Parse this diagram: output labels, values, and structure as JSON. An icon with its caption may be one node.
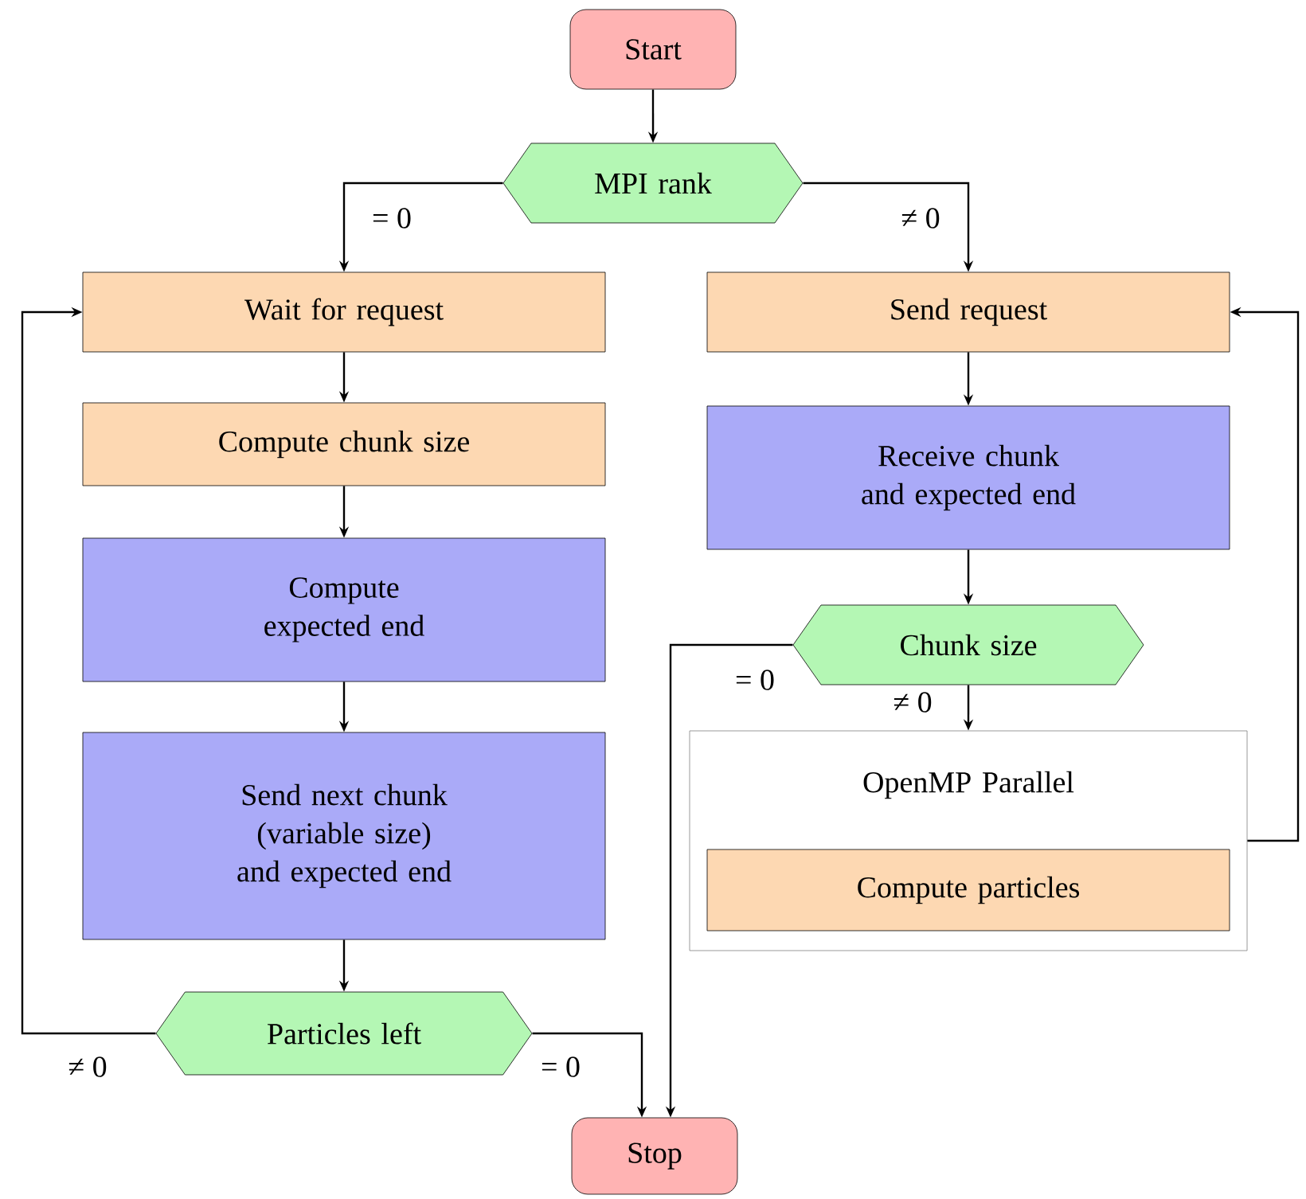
{
  "diagram": {
    "nodes": [
      {
        "text": [
          "Start"
        ]
      },
      {
        "text": [
          "MPI rank"
        ]
      },
      {
        "text": [
          "Wait for request"
        ]
      },
      {
        "text": [
          "Send request"
        ]
      },
      {
        "text": [
          "Compute chunk size"
        ]
      },
      {
        "text": [
          "Receive chunk and expected end"
        ]
      },
      {
        "text": [
          "Compute expected end"
        ]
      },
      {
        "text": [
          "Send next chunk (variable size) and expected end"
        ]
      },
      {
        "text": [
          "Chunk size"
        ]
      },
      {
        "text": [
          "OpenMP Parallel"
        ]
      },
      {
        "text": [
          "Compute particles"
        ],
        "in": 9
      },
      {
        "text": [
          "Particles left"
        ]
      },
      {
        "text": [
          "Stop"
        ]
      }
    ],
    "edges": [
      {
        "from": 0,
        "to": 1,
        "arrow": "to"
      },
      {
        "from": 1,
        "to": 2,
        "arrow": "to",
        "label": "= 0"
      },
      {
        "from": 1,
        "to": 3,
        "arrow": "to",
        "label": "≠ 0"
      },
      {
        "from": 2,
        "to": 4,
        "arrow": "to"
      },
      {
        "from": 4,
        "to": 6,
        "arrow": "to"
      },
      {
        "from": 6,
        "to": 7,
        "arrow": "to"
      },
      {
        "from": 7,
        "to": 11,
        "arrow": "to"
      },
      {
        "from": 11,
        "to": 2,
        "arrow": "to",
        "label": "≠ 0"
      },
      {
        "from": 11,
        "to": 12,
        "arrow": "to",
        "label": "= 0"
      },
      {
        "from": 3,
        "to": 5,
        "arrow": "to"
      },
      {
        "from": 5,
        "to": 8,
        "arrow": "to"
      },
      {
        "from": 8,
        "to": 9,
        "arrow": "to",
        "label": "≠ 0"
      },
      {
        "from": 8,
        "to": 12,
        "arrow": "to",
        "label": "= 0"
      },
      {
        "from": 9,
        "to": 3,
        "arrow": "to"
      }
    ]
  }
}
